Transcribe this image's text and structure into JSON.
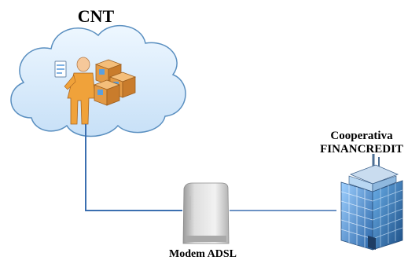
{
  "nodes": {
    "cnt": {
      "label": "CNT"
    },
    "cooperative": {
      "label_line1": "Cooperativa",
      "label_line2": "FINANCREDIT"
    },
    "modem": {
      "label": "Modem ADSL"
    }
  },
  "colors": {
    "cloud_fill": "#d9ecfb",
    "cloud_stroke": "#5a8fc0",
    "link": "#3b6fb0",
    "person_shirt": "#f0a23a",
    "person_skin": "#f6c89a",
    "box": "#e8a04a",
    "building_glass": "#4f8fd0",
    "modem_body": "#c9c9c9"
  }
}
